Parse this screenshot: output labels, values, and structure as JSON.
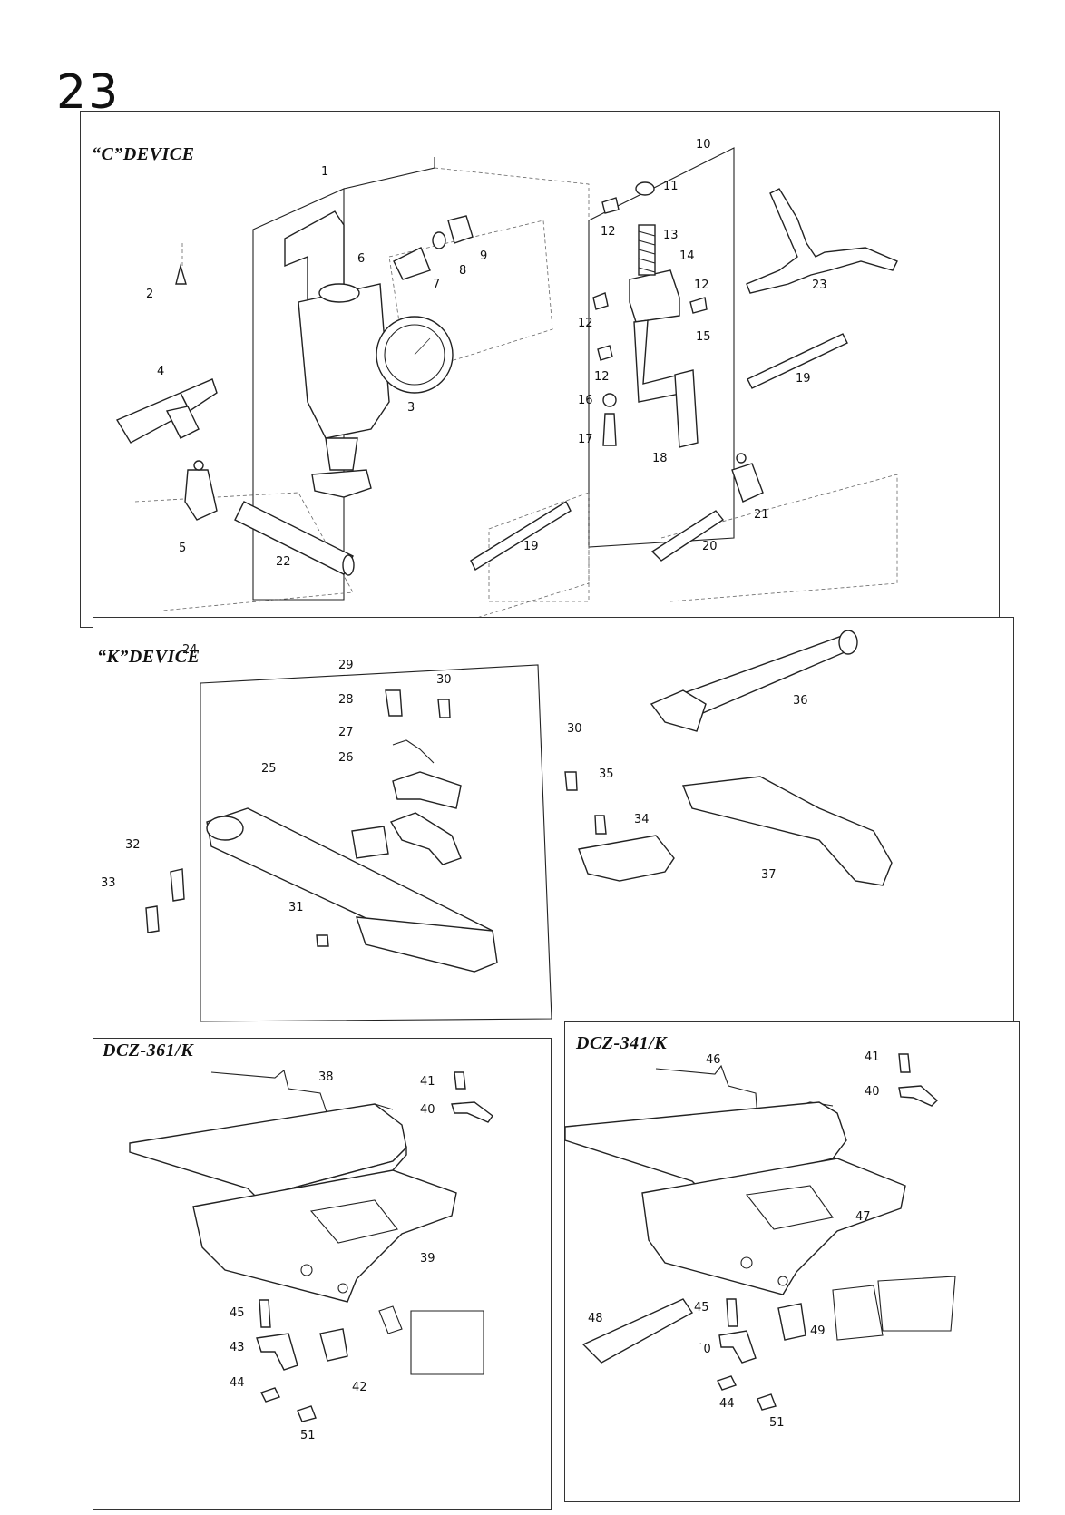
{
  "page_number": "23",
  "panels": {
    "c_device": {
      "title": "“C”DEVICE",
      "labels": [
        "1",
        "2",
        "3",
        "4",
        "5",
        "6",
        "7",
        "8",
        "9",
        "10",
        "11",
        "12",
        "13",
        "14",
        "12",
        "12",
        "12",
        "15",
        "16",
        "17",
        "18",
        "19",
        "19",
        "20",
        "21",
        "22",
        "23"
      ]
    },
    "k_device": {
      "title": "“K”DEVICE",
      "labels": [
        "24",
        "25",
        "26",
        "27",
        "28",
        "29",
        "30",
        "30",
        "31",
        "32",
        "33",
        "34",
        "35",
        "36",
        "37"
      ]
    },
    "dcz_361k": {
      "title": "DCZ-361/K",
      "labels": [
        "38",
        "39",
        "40",
        "41",
        "42",
        "43",
        "44",
        "45",
        "51"
      ]
    },
    "dcz_341k": {
      "title": "DCZ-341/K",
      "labels": [
        "40",
        "41",
        "44",
        "45",
        "46",
        "47",
        "48",
        "49",
        "51",
        "˙0"
      ]
    }
  }
}
